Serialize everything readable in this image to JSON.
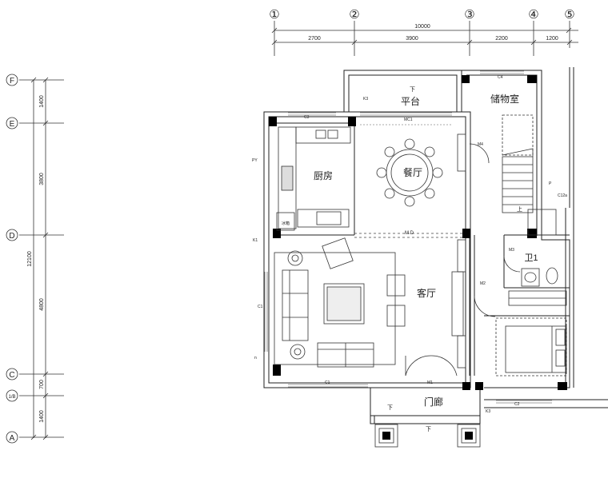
{
  "grid_axes_top": [
    "①",
    "②",
    "③",
    "④",
    "⑤"
  ],
  "grid_axes_left": [
    "F",
    "E",
    "D",
    "C",
    "1/B",
    "A"
  ],
  "dims_top": {
    "total": "10000",
    "segments": [
      "2700",
      "3900",
      "2200",
      "1200"
    ]
  },
  "dims_left": {
    "total": "12100",
    "segments": [
      "1400",
      "3800",
      "4800",
      "700",
      "1400"
    ]
  },
  "rooms": {
    "platform": "平台",
    "storage": "储物室",
    "kitchen": "厨房",
    "dining": "餐厅",
    "living": "客厅",
    "bath": "卫1",
    "porch": "门廊",
    "fridge": "冰箱"
  },
  "tags": {
    "k3_top": "K3",
    "mc1": "MC1",
    "c3": "C3",
    "c4": "C4",
    "m4": "M4",
    "py": "PY",
    "k1": "K1",
    "md": "M D",
    "c1_side": "C1",
    "c1_bottom": "C1",
    "m1": "M1",
    "m2": "M2",
    "c2": "C2",
    "k3_bottom": "K3",
    "p": "P",
    "c12a": "C12a",
    "m3": "M3",
    "n": "n",
    "down1": "下",
    "down2": "下",
    "down3": "下",
    "up": "上"
  }
}
